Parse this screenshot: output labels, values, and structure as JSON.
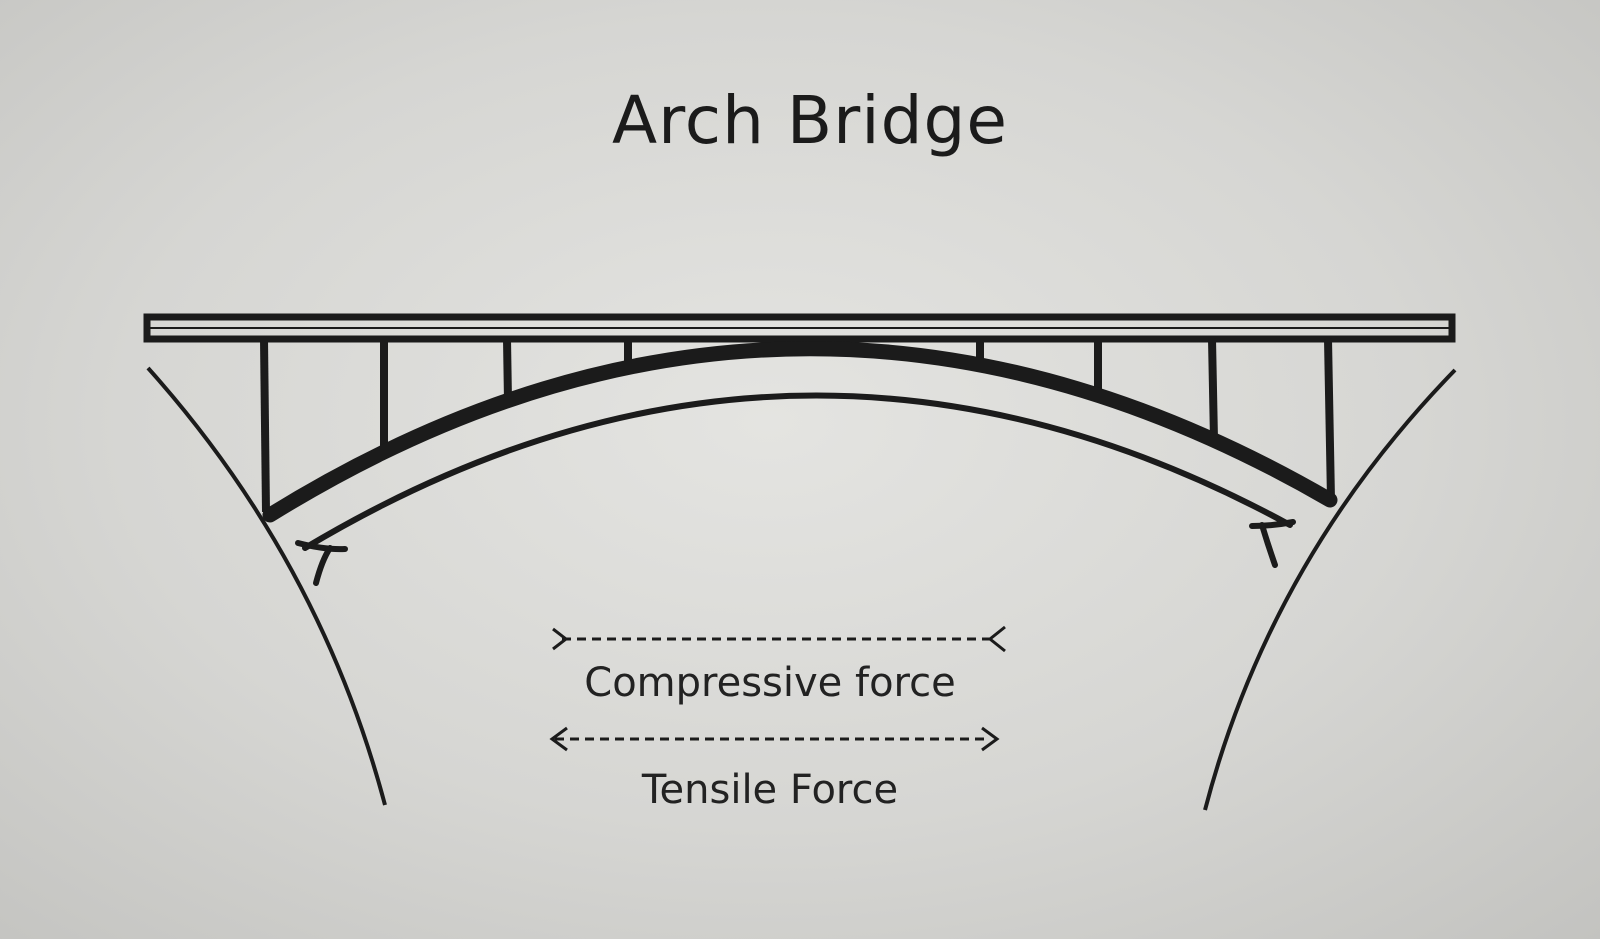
{
  "diagram": {
    "title": "Arch Bridge",
    "legend": {
      "compressive_label": "Compressive force",
      "tensile_label": "Tensile Force"
    },
    "colors": {
      "ink": "#1b1b1b",
      "paper": "#dcdcd9"
    }
  }
}
